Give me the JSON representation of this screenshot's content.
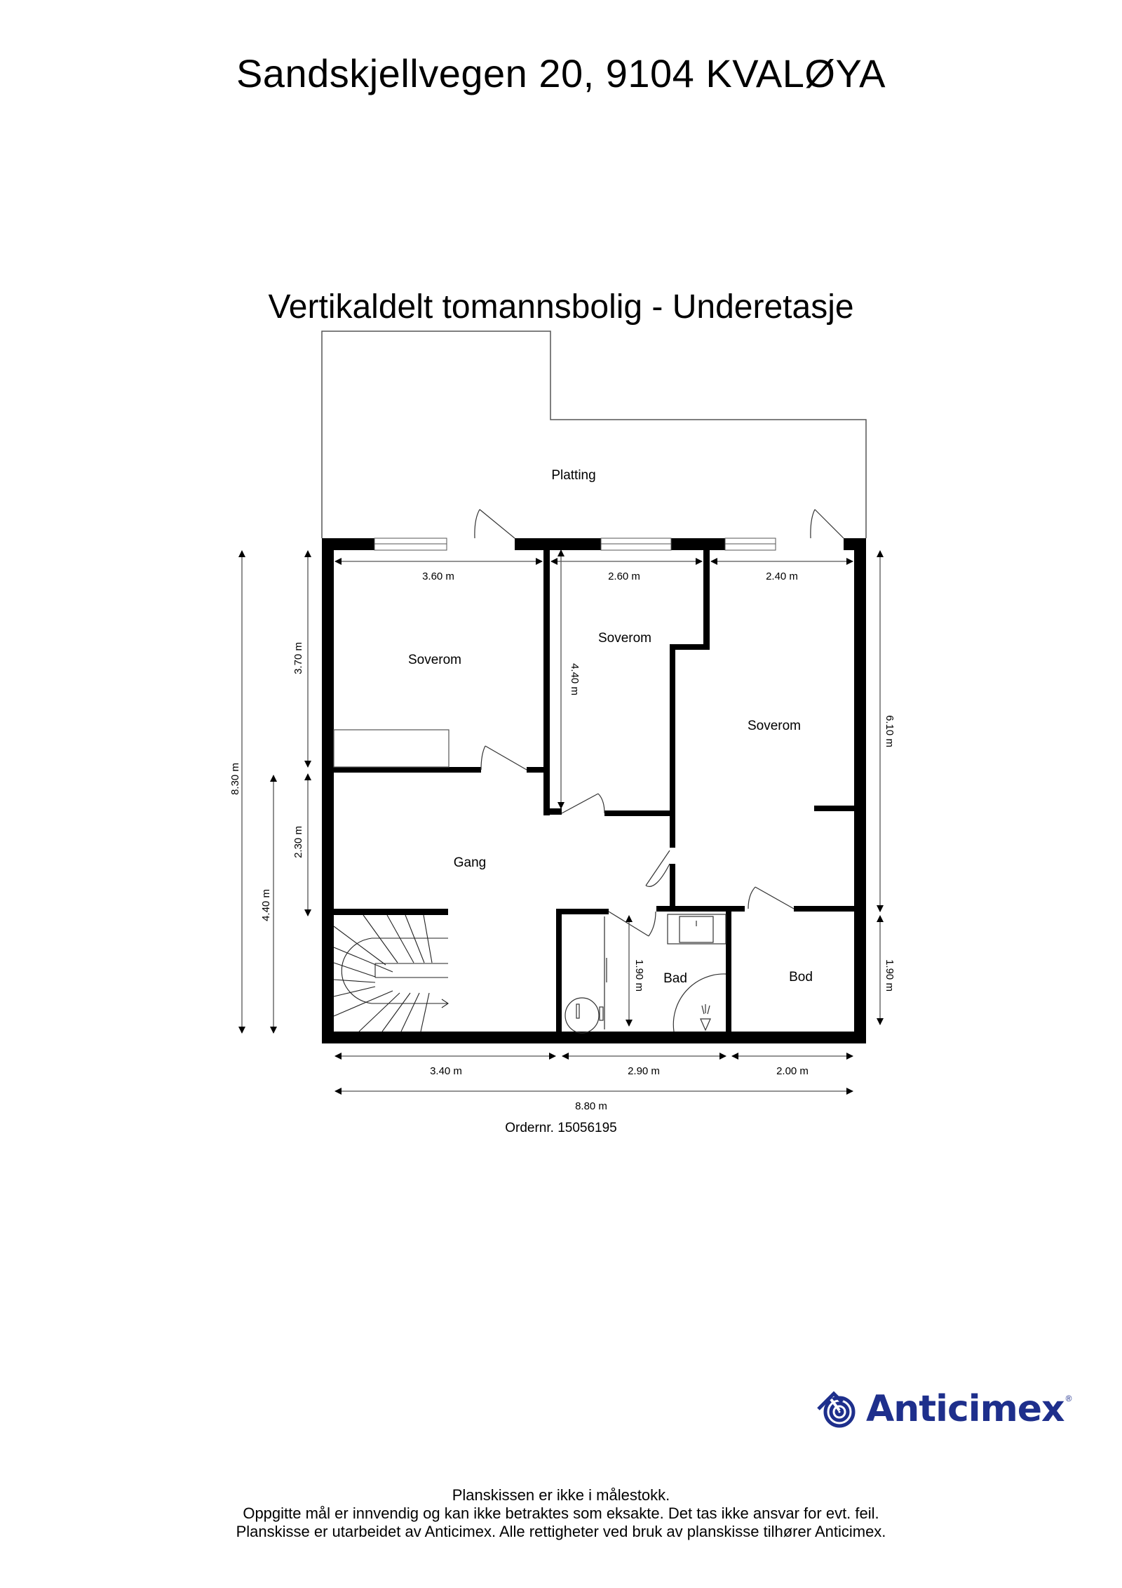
{
  "header": {
    "address": "Sandskjellvegen 20, 9104 KVALØYA",
    "subtitle": "Vertikaldelt tomannsbolig - Underetasje"
  },
  "rooms": [
    {
      "name": "Platting"
    },
    {
      "name": "Soverom"
    },
    {
      "name": "Soverom"
    },
    {
      "name": "Soverom"
    },
    {
      "name": "Gang"
    },
    {
      "name": "Bad"
    },
    {
      "name": "Bod"
    }
  ],
  "dimensions": {
    "top": [
      "3.60 m",
      "2.60 m",
      "2.40 m"
    ],
    "left_outer": "8.30 m",
    "left_inner": "4.40 m",
    "left_upper": "3.70 m",
    "left_lower": "2.30 m",
    "bedroom2_height": "4.40 m",
    "right_upper": "6.10 m",
    "right_lower": "1.90 m",
    "bad_height": "1.90 m",
    "bottom": [
      "3.40 m",
      "2.90 m",
      "2.00 m"
    ],
    "total_width": "8.80 m"
  },
  "order": "Ordernr. 15056195",
  "brand": {
    "name": "Anticimex",
    "registered": "®",
    "color": "#1e2f8c"
  },
  "disclaimer": [
    "Planskissen er ikke i målestokk.",
    "Oppgitte mål er innvendig og kan ikke betraktes som eksakte. Det tas ikke ansvar for evt. feil.",
    "Planskisse er utarbeidet av Anticimex. Alle rettigheter ved bruk av planskisse tilhører Anticimex."
  ]
}
